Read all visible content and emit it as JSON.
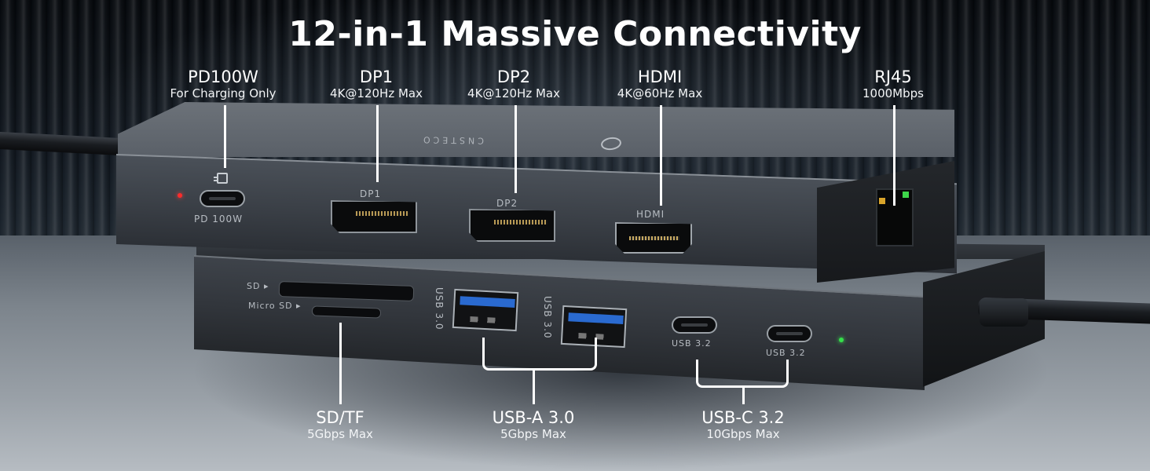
{
  "headline": "12-in-1 Massive Connectivity",
  "top_callouts": [
    {
      "id": "pd",
      "title": "PD100W",
      "subtitle": "For Charging Only"
    },
    {
      "id": "dp1",
      "title": "DP1",
      "subtitle": "4K@120Hz Max"
    },
    {
      "id": "dp2",
      "title": "DP2",
      "subtitle": "4K@120Hz Max"
    },
    {
      "id": "hdmi",
      "title": "HDMI",
      "subtitle": "4K@60Hz Max"
    },
    {
      "id": "rj45",
      "title": "RJ45",
      "subtitle": "1000Mbps"
    }
  ],
  "bottom_callouts": [
    {
      "id": "sdtf",
      "title": "SD/TF",
      "subtitle": "5Gbps Max"
    },
    {
      "id": "usba",
      "title": "USB-A 3.0",
      "subtitle": "5Gbps Max"
    },
    {
      "id": "usbc",
      "title": "USB-C 3.2",
      "subtitle": "10Gbps Max"
    }
  ],
  "device_print": {
    "pd_port": "PD 100W",
    "dp1_port": "DP1",
    "dp2_port": "DP2",
    "hdmi_port": "HDMI",
    "sd_slot": "SD ▸",
    "microsd_slot": "Micro SD ▸",
    "usba_1": "USB 3.0",
    "usba_2": "USB 3.0",
    "usbc_1": "USB 3.2",
    "usbc_2": "USB 3.2",
    "brand": "CNSTECO"
  },
  "icons": {
    "charging": "charging-plug-icon",
    "brand_logo": "brand-logo-icon"
  },
  "colors": {
    "background_dark": "#0b0f14",
    "device_gray": "#3a3f46",
    "led_red": "#ff2b2b",
    "led_green": "#35e04a",
    "usb_blue": "#2a6ad0",
    "rj45_amber": "#d8a42a",
    "text": "#ffffff"
  }
}
